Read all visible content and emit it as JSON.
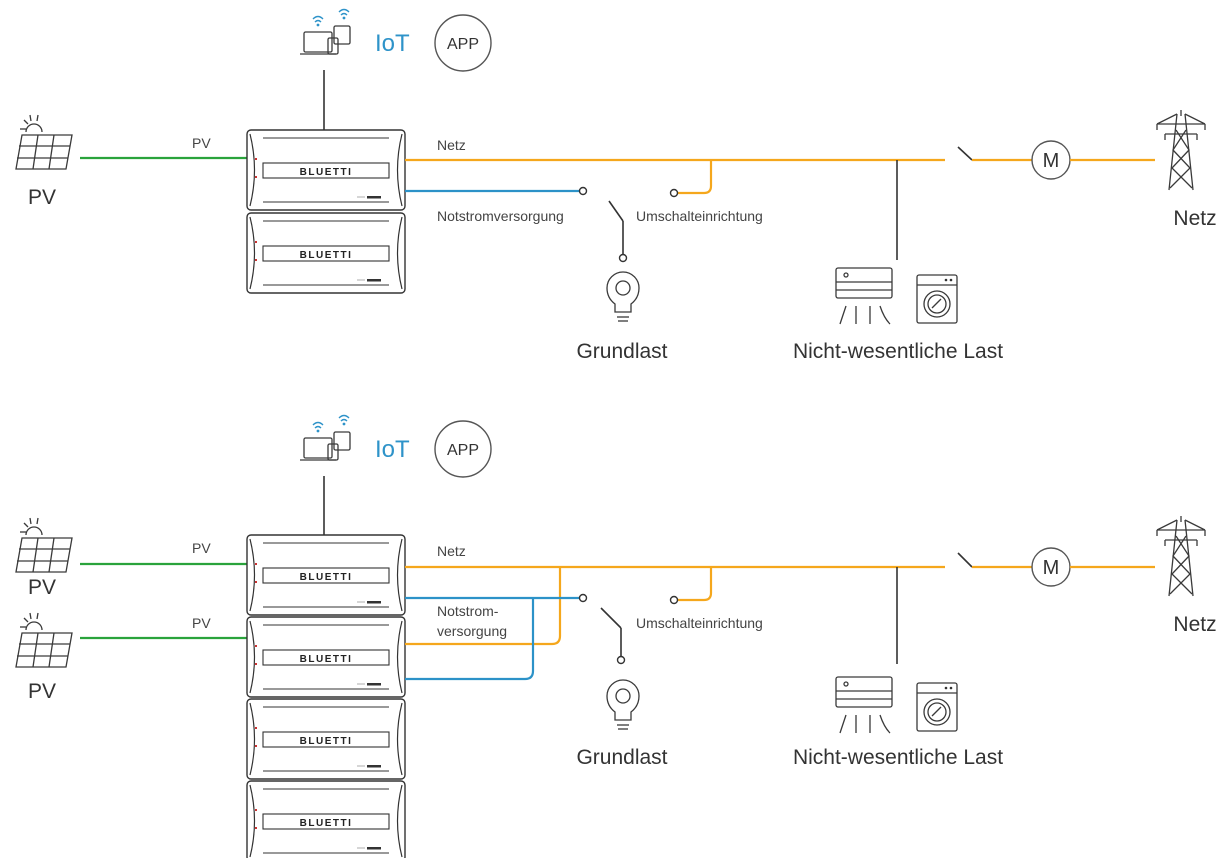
{
  "diagram1": {
    "iot": "IoT",
    "app": "APP",
    "pv_label": "PV",
    "pv_line": "PV",
    "battery_brand": "BLUETTI",
    "grid_line": "Netz",
    "backup": "Notstromversorgung",
    "transfer_switch": "Umschalteinrichtung",
    "essential_load": "Grundlast",
    "nonessential_load": "Nicht-wesentliche Last",
    "meter": "M",
    "grid": "Netz"
  },
  "diagram2": {
    "iot": "IoT",
    "app": "APP",
    "pv_label_1": "PV",
    "pv_label_2": "PV",
    "pv_line_1": "PV",
    "pv_line_2": "PV",
    "battery_brand": "BLUETTI",
    "grid_line": "Netz",
    "backup_line1": "Notstrom-",
    "backup_line2": "versorgung",
    "transfer_switch": "Umschalteinrichtung",
    "essential_load": "Grundlast",
    "nonessential_load": "Nicht-wesentliche Last",
    "meter": "M",
    "grid": "Netz"
  },
  "colors": {
    "pv_line": "#2aa33c",
    "grid_line": "#f5a71c",
    "backup_line": "#2c92c8",
    "iot_text": "#2e93c9"
  },
  "icons": [
    "laptop-icon",
    "phone-icon",
    "tablet-icon",
    "wifi-icon",
    "solar-panel-icon",
    "bulb-icon",
    "air-conditioner-icon",
    "washing-machine-icon",
    "pylon-icon",
    "meter-icon",
    "switch-icon"
  ]
}
